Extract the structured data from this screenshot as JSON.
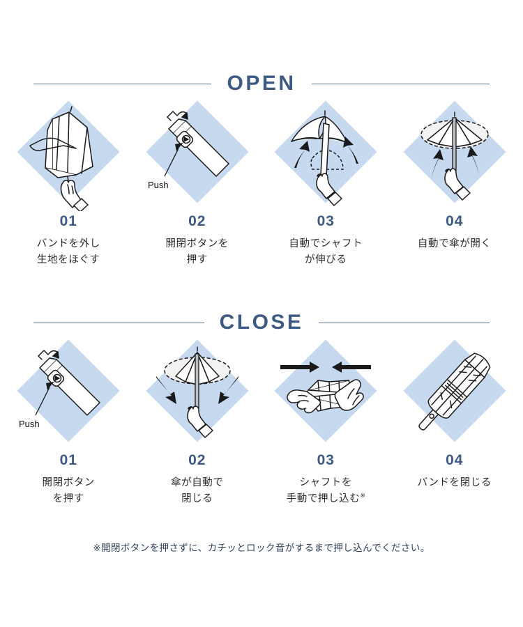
{
  "sections": [
    {
      "id": "open",
      "title": "OPEN",
      "steps": [
        {
          "number": "01",
          "caption_lines": [
            "バンドを外し",
            "生地をほぐす"
          ],
          "illustration": "folded-umbrella-band-release",
          "push_label": ""
        },
        {
          "number": "02",
          "caption_lines": [
            "開閉ボタンを",
            "押す"
          ],
          "illustration": "handle-push-button",
          "push_label": "Push"
        },
        {
          "number": "03",
          "caption_lines": [
            "自動でシャフト",
            "が伸びる"
          ],
          "illustration": "shaft-extending-arrows",
          "push_label": ""
        },
        {
          "number": "04",
          "caption_lines": [
            "自動で傘が開く"
          ],
          "illustration": "umbrella-opening-arrows",
          "push_label": ""
        }
      ]
    },
    {
      "id": "close",
      "title": "CLOSE",
      "steps": [
        {
          "number": "01",
          "caption_lines": [
            "開閉ボタン",
            "を押す"
          ],
          "illustration": "handle-push-button",
          "push_label": "Push"
        },
        {
          "number": "02",
          "caption_lines": [
            "傘が自動で",
            "閉じる"
          ],
          "illustration": "umbrella-closing-arrows",
          "push_label": ""
        },
        {
          "number": "03",
          "caption_lines": [
            "シャフトを",
            "手動で押し込む"
          ],
          "caption_superscript": "※",
          "illustration": "two-hands-push-shaft",
          "push_label": ""
        },
        {
          "number": "04",
          "caption_lines": [
            "バンドを閉じる"
          ],
          "illustration": "folded-umbrella-banded",
          "push_label": ""
        }
      ]
    }
  ],
  "footnote": "※開閉ボタンを押さずに、カチッとロック音がするまで押し込んでください。",
  "colors": {
    "diamond": "#c6d9ee",
    "heading": "#3c5a82",
    "number": "#3c5a82",
    "rule": "#3f5a7d",
    "caption": "#2b2b2b",
    "footnote": "#2d3f58",
    "line_art": "#1a1a1a",
    "background": "#ffffff"
  }
}
